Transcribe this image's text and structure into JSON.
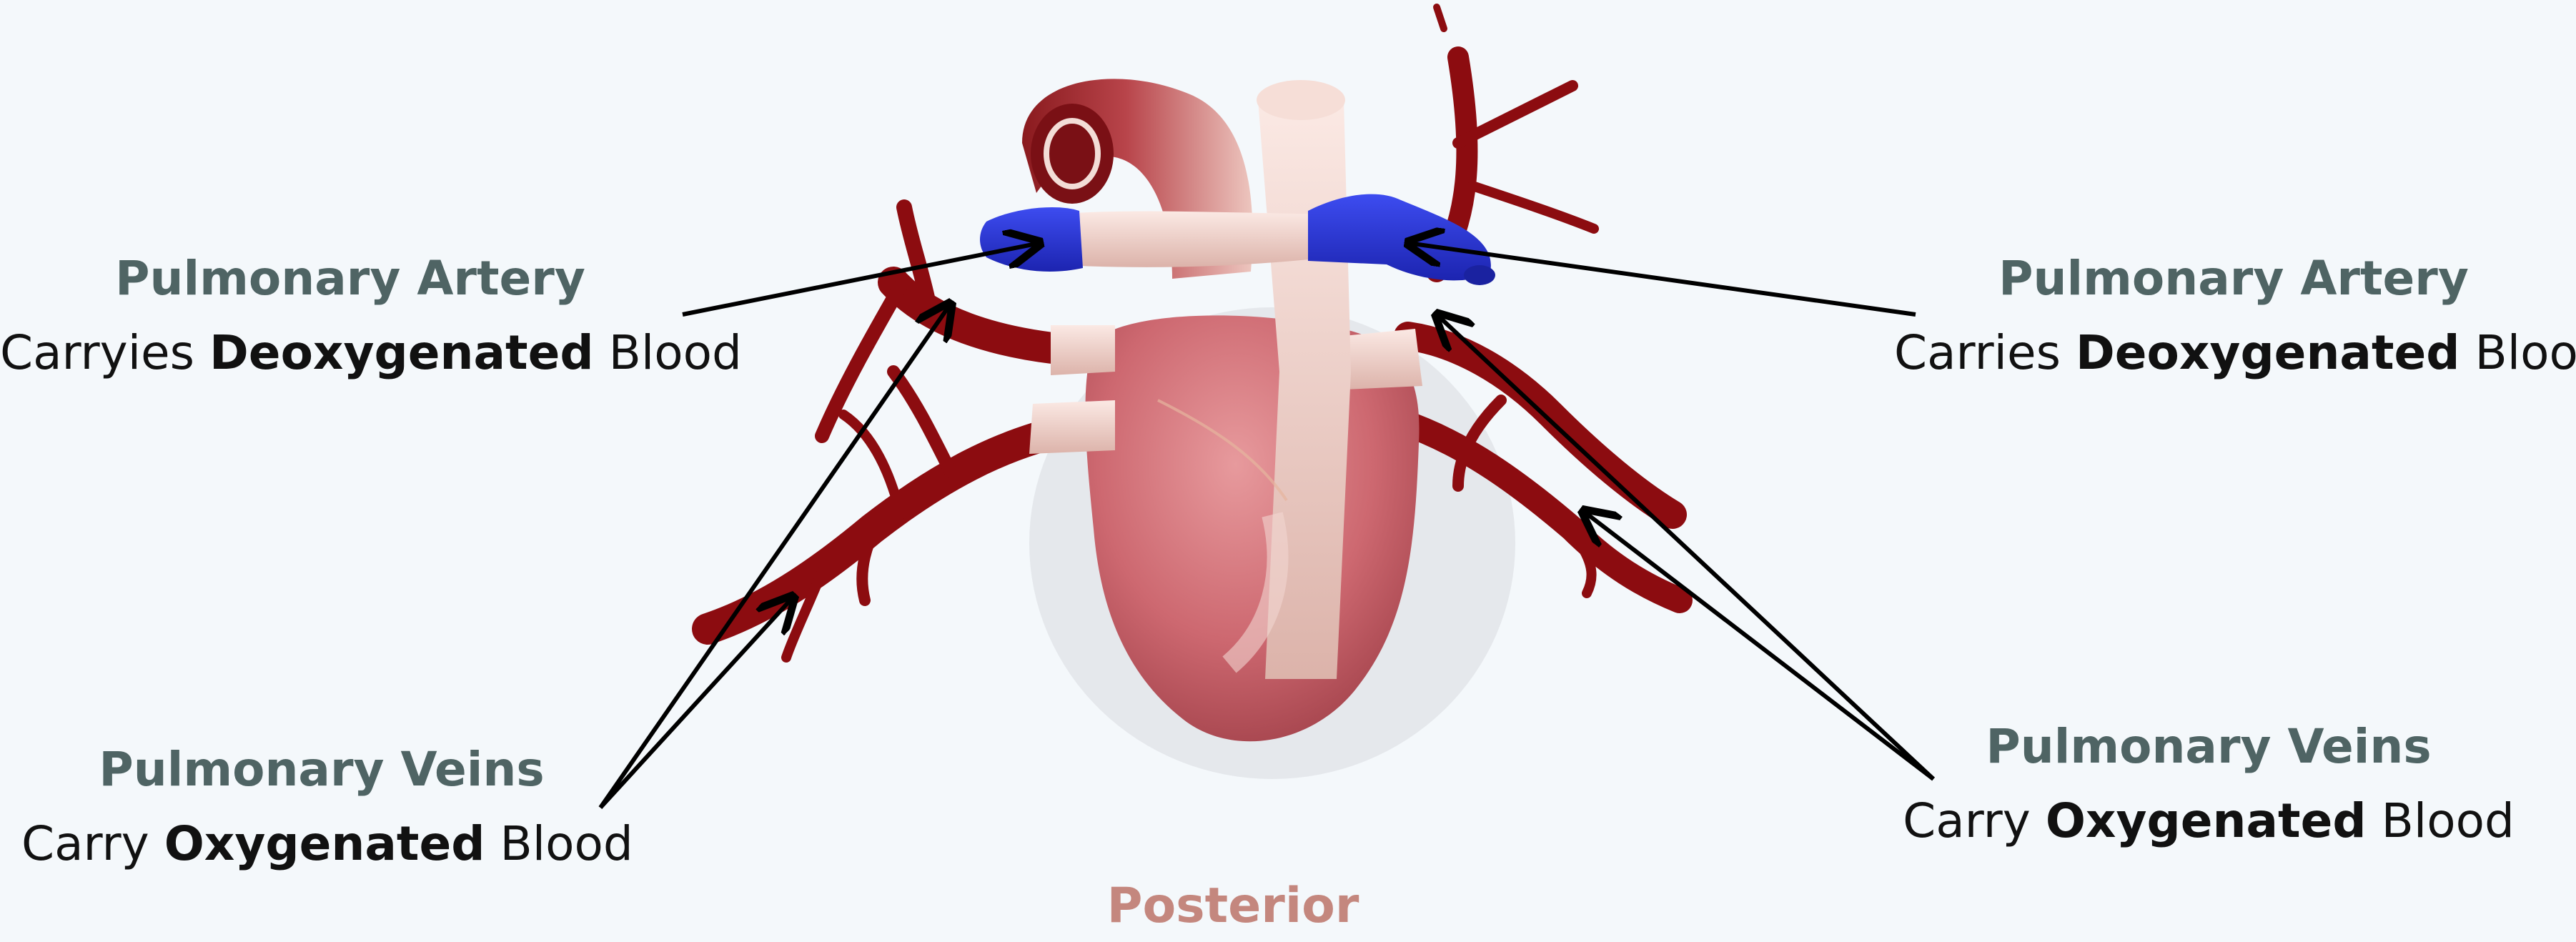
{
  "labels": {
    "top_left": {
      "title": "Pulmonary Artery",
      "desc_pre": "Carryies ",
      "desc_bold": "Deoxygenated",
      "desc_post": " Blood"
    },
    "top_right": {
      "title": "Pulmonary Artery",
      "desc_pre": "Carries ",
      "desc_bold": "Deoxygenated",
      "desc_post": " Blood"
    },
    "bottom_left": {
      "title": "Pulmonary Veins",
      "desc_pre": "Carry ",
      "desc_bold": "Oxygenated",
      "desc_post": " Blood"
    },
    "bottom_right": {
      "title": "Pulmonary Veins",
      "desc_pre": "Carry ",
      "desc_bold": "Oxygenated",
      "desc_post": " Blood"
    }
  },
  "view_label": "Posterior",
  "colors": {
    "background": "#f4f8fb",
    "title_text": "#4f6464",
    "view_label": "#c4877e",
    "heart_muscle": "#c9646b",
    "vein_red": "#8c0c10",
    "artery_blue": "#2430d8",
    "vessel_pale": "#f0d4cc",
    "arrow": "#000000"
  }
}
